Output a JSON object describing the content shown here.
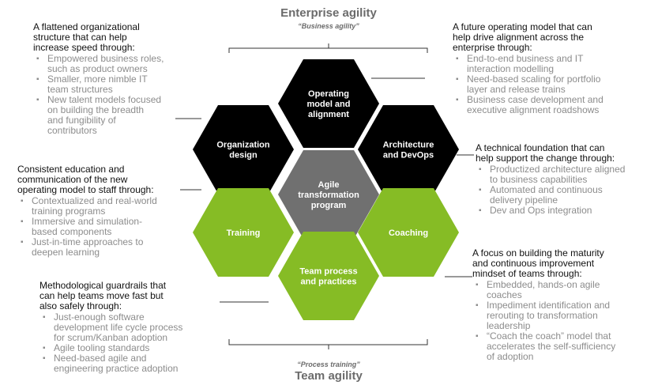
{
  "header": {
    "title": "Enterprise agility",
    "subtitle": "“Business agility”"
  },
  "footer": {
    "subtitle": "“Process training”",
    "title": "Team agility"
  },
  "hexagons": {
    "operating_model": {
      "label": [
        "Operating",
        "model and",
        "alignment"
      ],
      "color": "#000000"
    },
    "organization": {
      "label": [
        "Organization",
        "design"
      ],
      "color": "#000000"
    },
    "architecture": {
      "label": [
        "Architecture",
        "and DevOps"
      ],
      "color": "#000000"
    },
    "center": {
      "label": [
        "Agile",
        "transformation",
        "program"
      ],
      "color": "#707070"
    },
    "training": {
      "label": [
        "Training"
      ],
      "color": "#86bc25"
    },
    "coaching": {
      "label": [
        "Coaching"
      ],
      "color": "#86bc25"
    },
    "team_process": {
      "label": [
        "Team process",
        "and practices"
      ],
      "color": "#86bc25"
    }
  },
  "blocks": {
    "org_structure": {
      "intro": [
        "A flattened organizational",
        "structure that can help",
        "increase speed through:"
      ],
      "bullets": [
        [
          "Empowered business roles,",
          "such as product owners"
        ],
        [
          "Smaller, more nimble IT",
          "team structures"
        ],
        [
          "New talent models focused",
          "on building the breadth",
          "and fungibility of",
          "contributors"
        ]
      ]
    },
    "education": {
      "intro": [
        "Consistent education and",
        "communication of the new",
        "operating model to staff through:"
      ],
      "bullets": [
        [
          "Contextualized and real-world",
          "training programs"
        ],
        [
          "Immersive and simulation-",
          "based components"
        ],
        [
          "Just-in-time approaches to",
          "deepen learning"
        ]
      ]
    },
    "guardrails": {
      "intro": [
        "Methodological guardrails that",
        "can help teams move fast but",
        "also safely through:"
      ],
      "bullets": [
        [
          "Just-enough software",
          "development life cycle process",
          "for scrum/Kanban adoption"
        ],
        [
          "Agile tooling standards"
        ],
        [
          "Need-based agile and",
          "engineering practice adoption"
        ]
      ]
    },
    "operating_model": {
      "intro": [
        "A future operating model that can",
        "help drive alignment across the",
        "enterprise through:"
      ],
      "bullets": [
        [
          "End-to-end business and IT",
          "interaction modelling"
        ],
        [
          "Need-based scaling for portfolio",
          "layer and release trains"
        ],
        [
          "Business case development and",
          "executive alignment roadshows"
        ]
      ]
    },
    "tech_foundation": {
      "intro": [
        "A technical foundation that can",
        "help support the change through:"
      ],
      "bullets": [
        [
          "Productized architecture aligned",
          "to business capabilities"
        ],
        [
          "Automated and continuous",
          "delivery pipeline"
        ],
        [
          "Dev and Ops integration"
        ]
      ]
    },
    "maturity": {
      "intro": [
        "A focus on building the maturity",
        "and continuous improvement",
        "mindset of teams through:"
      ],
      "bullets": [
        [
          "Embedded, hands-on agile",
          "coaches"
        ],
        [
          "Impediment identification and",
          "rerouting to transformation",
          "leadership"
        ],
        [
          "“Coach the coach” model that",
          "accelerates the self-sufficiency",
          "of adoption"
        ]
      ]
    }
  }
}
